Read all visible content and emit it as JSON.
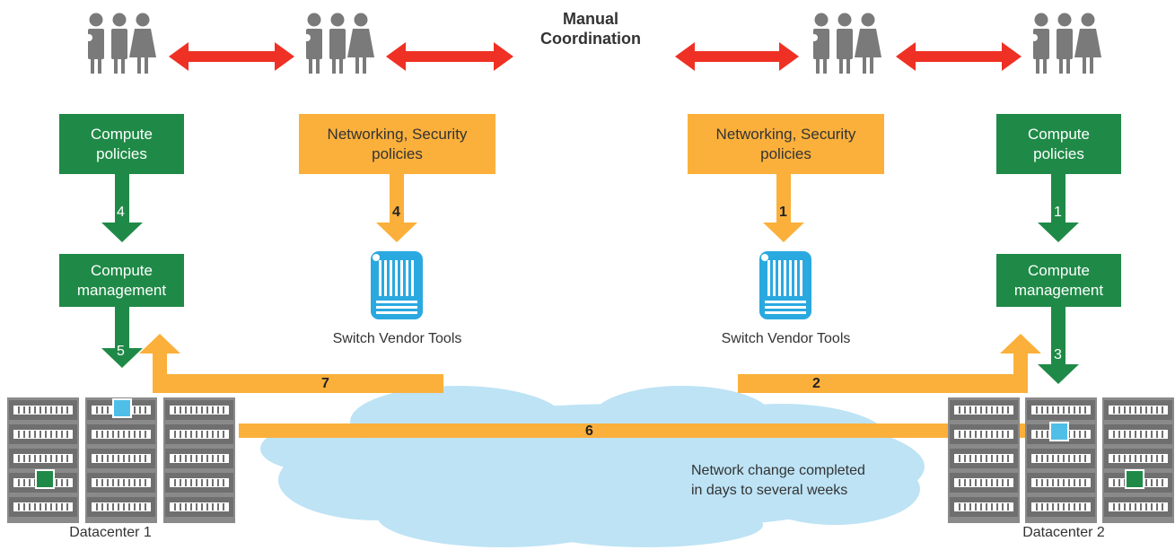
{
  "title": {
    "line1": "Manual",
    "line2": "Coordination"
  },
  "boxes": {
    "compute_policies_left": {
      "line1": "Compute",
      "line2": "policies"
    },
    "net_sec_left": {
      "line1": "Networking, Security",
      "line2": "policies"
    },
    "net_sec_right": {
      "line1": "Networking, Security",
      "line2": "policies"
    },
    "compute_policies_right": {
      "line1": "Compute",
      "line2": "policies"
    },
    "compute_mgmt_left": {
      "line1": "Compute",
      "line2": "management"
    },
    "compute_mgmt_right": {
      "line1": "Compute",
      "line2": "management"
    }
  },
  "switch_tools_label": "Switch Vendor Tools",
  "datacenters": {
    "left": "Datacenter 1",
    "right": "Datacenter 2"
  },
  "steps": {
    "policies_to_mgmt_left": "4",
    "policies_to_switch_left": "4",
    "policies_to_switch_right": "1",
    "policies_to_mgmt_right": "1",
    "mgmt_to_dc_left": "5",
    "mgmt_to_dc_right": "3",
    "return_left": "7",
    "return_right": "2",
    "across": "6"
  },
  "cloud_note": {
    "line1": "Network change completed",
    "line2": "in days to several weeks"
  },
  "colors": {
    "green": "#1f8a47",
    "orange": "#fbb03b",
    "red": "#ee3124",
    "gray": "#7a7a7a",
    "cloud": "#bde3f5",
    "switch_blue": "#2aa9e0"
  }
}
